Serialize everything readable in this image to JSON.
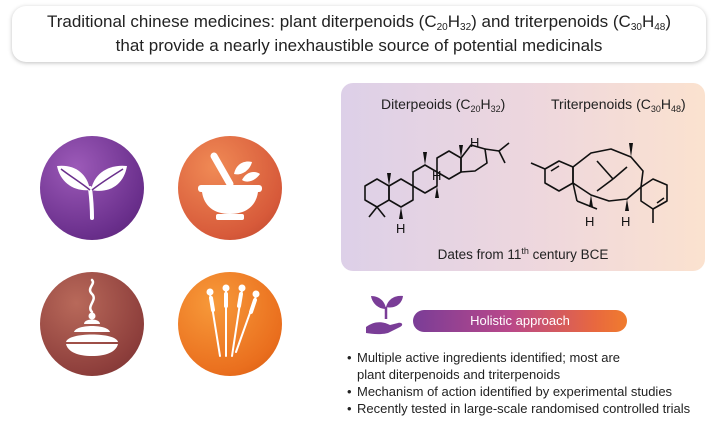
{
  "title": {
    "line1_prefix": "Traditional chinese medicines: plant diterpenoids (C",
    "line1_sub1": "20",
    "line1_mid1": "H",
    "line1_sub2": "32",
    "line1_mid2": ") and triterpenoids (C",
    "line1_sub3": "30",
    "line1_mid3": "H",
    "line1_sub4": "48",
    "line1_suffix": ")",
    "line2": "that provide a nearly inexhaustible source of potential medicinals"
  },
  "molecules": {
    "diterpenoid": {
      "name": "Diterpeoids (C",
      "sub1": "20",
      "h": "H",
      "sub2": "32",
      "close": ")"
    },
    "triterpenoid": {
      "name": "Triterpenoids (C",
      "sub1": "30",
      "h": "H",
      "sub2": "48",
      "close": ")"
    },
    "atom_h": "H",
    "dates_prefix": "Dates from 11",
    "dates_sup": "th",
    "dates_suffix": " century BCE"
  },
  "icons": [
    "leaf-sprout-icon",
    "mortar-pestle-icon",
    "incense-burner-icon",
    "acupuncture-needles-icon"
  ],
  "holistic_label": "Holistic approach",
  "bullets": [
    "Multiple active ingredients identified; most are",
    "plant diterpenoids and triterpenoids",
    "Mechanism of action identified by experimental studies",
    "Recently tested in large-scale randomised controlled trials"
  ],
  "colors": {
    "purple": "#6a2f8c",
    "orange": "#ea6f1e",
    "red_orange": "#d75a3a",
    "brown": "#8e3f3c"
  }
}
